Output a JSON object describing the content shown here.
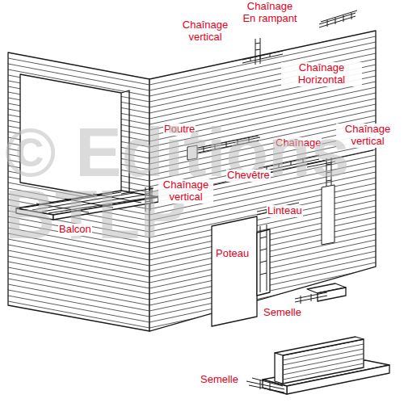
{
  "diagram": {
    "labels": [
      "Chaînage En rampant",
      "Chaînage vertical",
      "Chaînage Horizontal",
      "Poutre",
      "Chaînage vertical",
      "Chaînage",
      "© Editions BTLP",
      "Chevêtre",
      "Chaînage vertical",
      "Linteau",
      "Balcon",
      "Poteau",
      "Semelle",
      "Semelle"
    ]
  }
}
